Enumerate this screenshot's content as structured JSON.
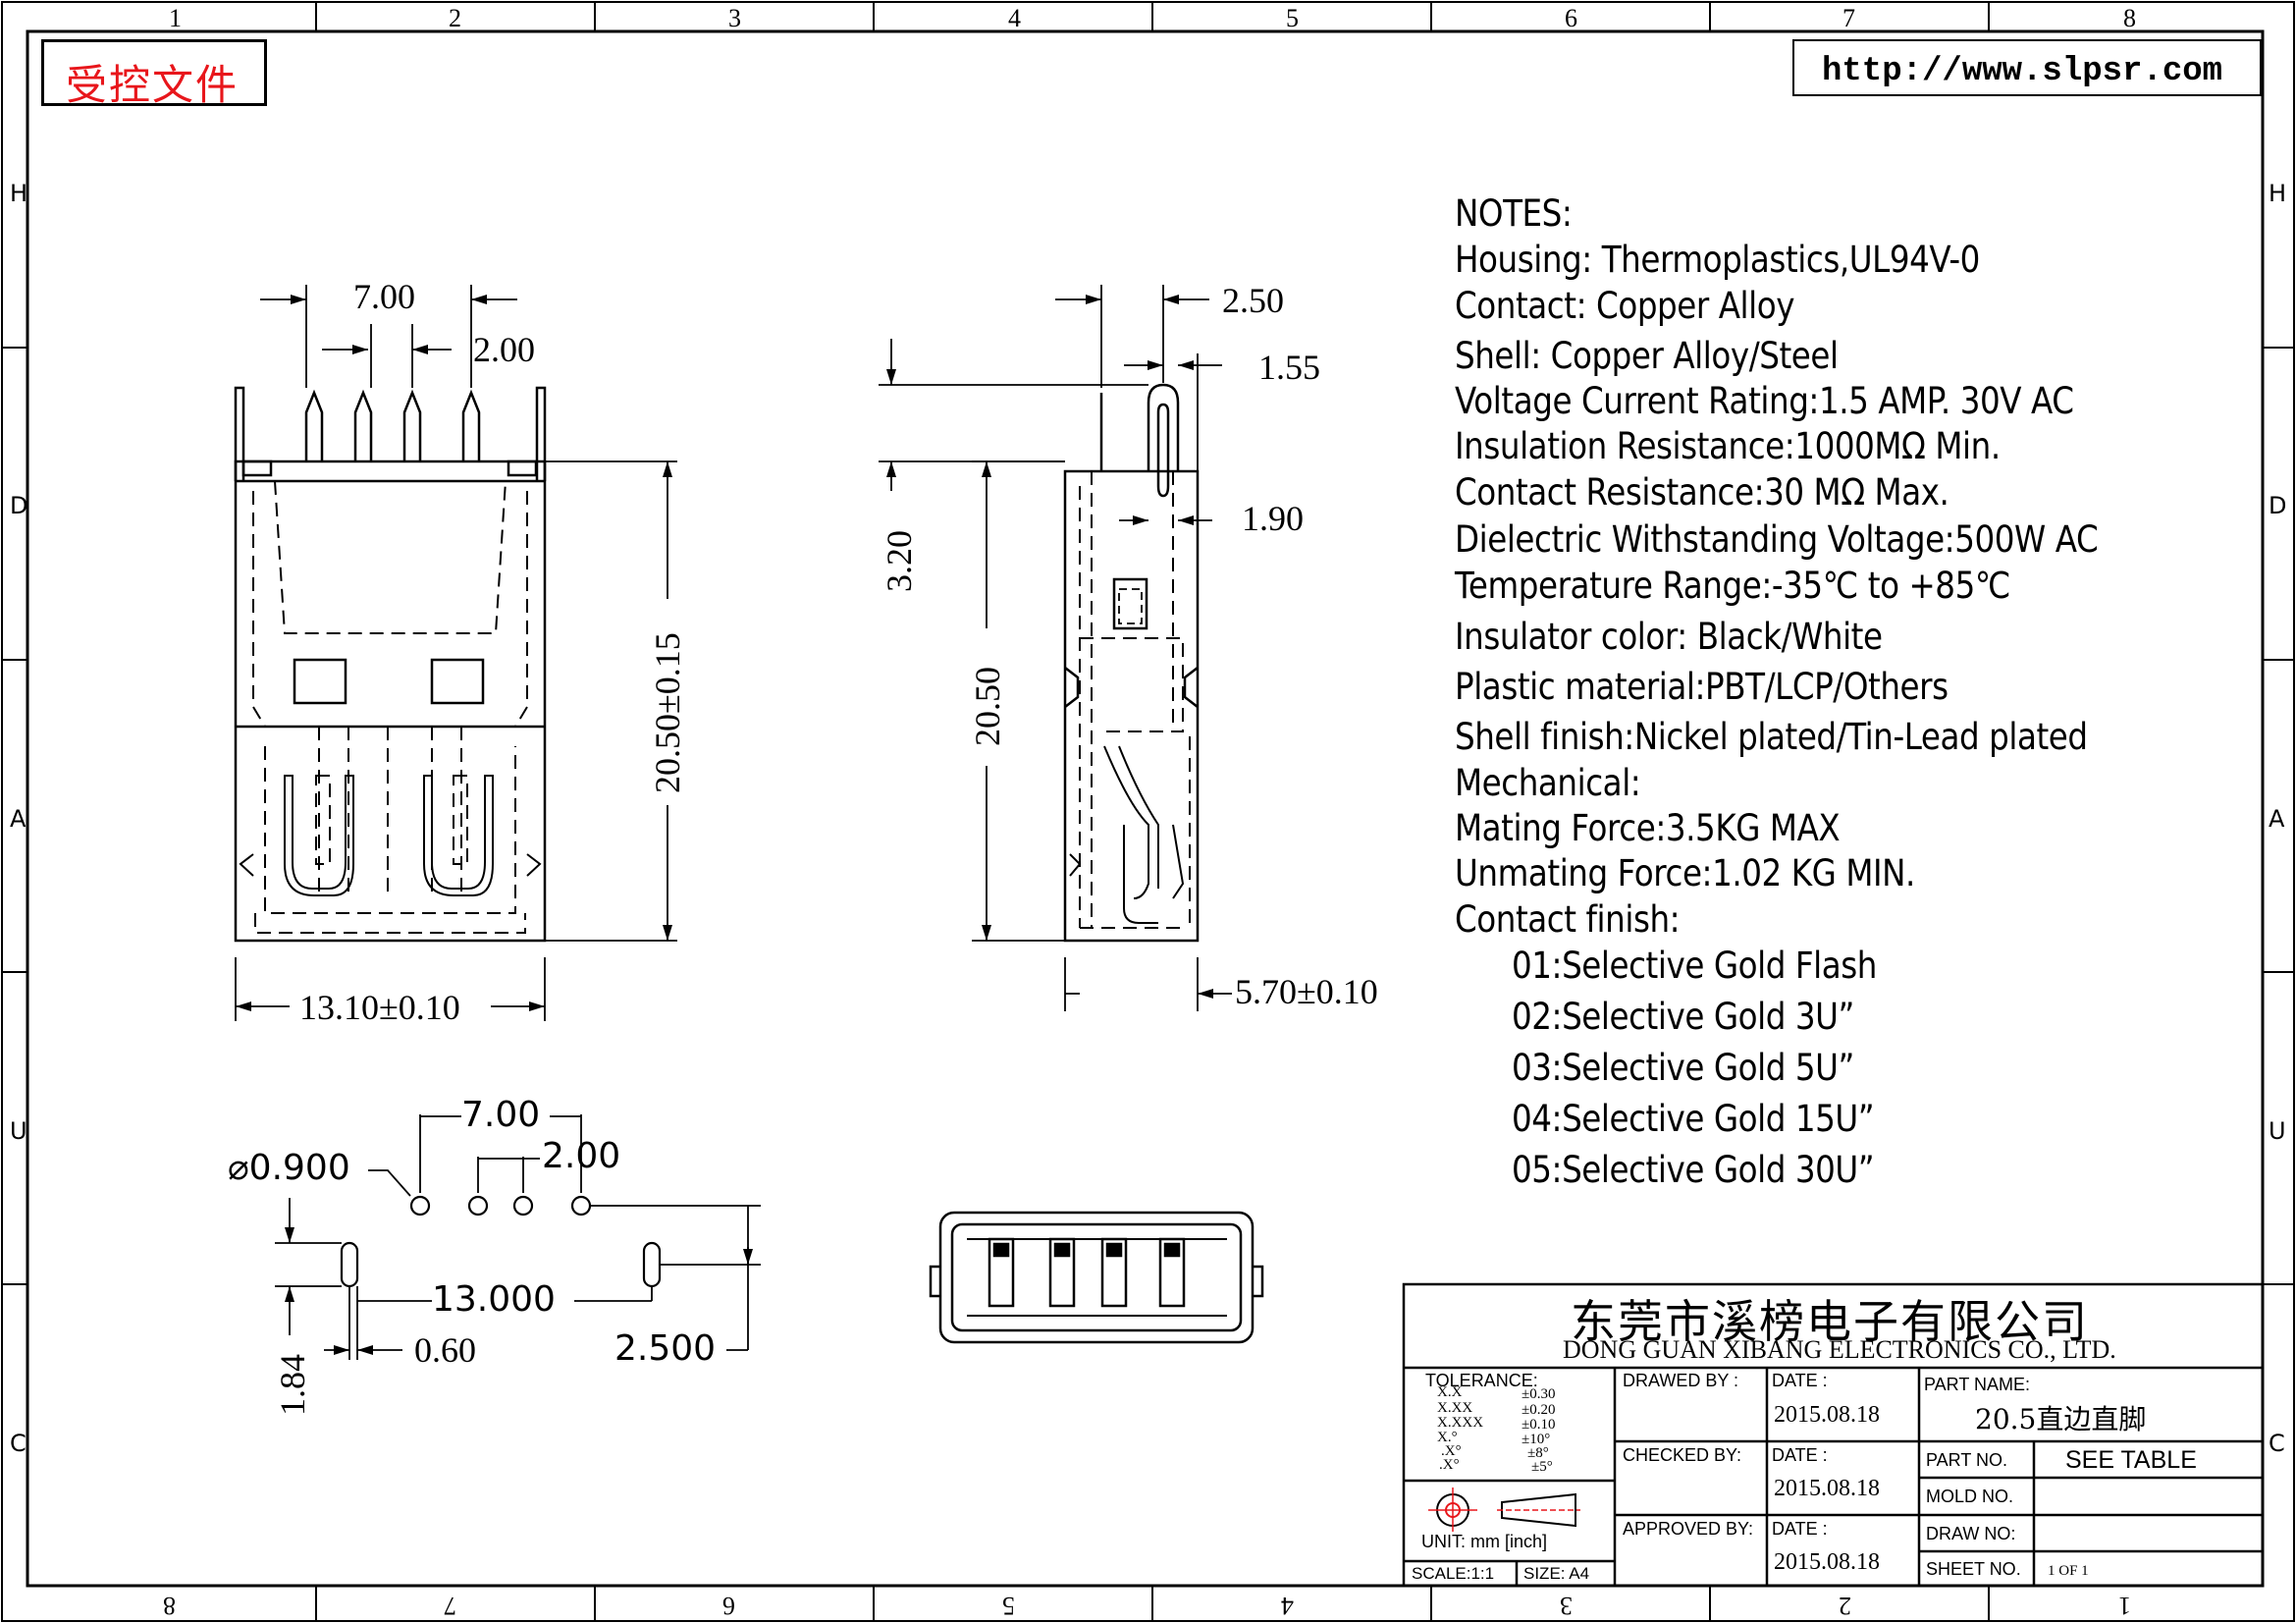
{
  "border": {
    "columns": [
      "1",
      "2",
      "3",
      "4",
      "5",
      "6",
      "7",
      "8"
    ],
    "columns_bottom": [
      "8",
      "7",
      "6",
      "5",
      "4",
      "3",
      "2",
      "1"
    ],
    "rows": [
      "H",
      "D",
      "A",
      "U",
      "C"
    ]
  },
  "stamp": {
    "text": "受控文件",
    "color": "#e8161b"
  },
  "website": "http://www.slpsr.com",
  "notes": {
    "title": "NOTES:",
    "lines": [
      "Housing:  Thermoplastics,UL94V-0",
      "Contact:  Copper  Alloy",
      "Shell:  Copper  Alloy/Steel",
      "Voltage  Current  Rating:1.5  AMP.  30V  AC",
      "Insulation  Resistance:1000MΩ  Min.",
      "Contact  Resistance:30  MΩ  Max.",
      "Dielectric  Withstanding  Voltage:500W  AC",
      "Temperature  Range:-35℃  to  +85℃",
      "Insulator  color:  Black/White",
      "Plastic  material:PBT/LCP/Others",
      "Shell  finish:Nickel  plated/Tin-Lead  plated",
      "Mechanical:",
      "Mating  Force:3.5KG  MAX",
      "Unmating  Force:1.02  KG  MIN.",
      "Contact  finish:"
    ],
    "finish_options": [
      "01:Selective  Gold  Flash",
      "02:Selective  Gold  3U”",
      "03:Selective  Gold  5U”",
      "04:Selective  Gold  15U”",
      "05:Selective  Gold  30U”"
    ]
  },
  "dimensions": {
    "front_pitch": "7.00",
    "front_pin_spacing": "2.00",
    "front_height": "20.50±0.15",
    "front_width": "13.10±0.10",
    "side_top_width": "2.50",
    "side_pin_thickness": "1.55",
    "side_pin_offset": "1.90",
    "side_pin_length": "3.20",
    "side_height": "20.50",
    "side_depth": "5.70±0.10",
    "pcb_pitch": "7.00",
    "pcb_spacing": "2.00",
    "pcb_hole_dia": "⌀0.900",
    "pcb_span": "13.000",
    "pcb_slot_width": "0.60",
    "pcb_slot_len": "1.84",
    "pcb_offset": "2.500"
  },
  "title_block": {
    "company_cn": "东莞市溪榜电子有限公司",
    "company_en": "DONG  GUAN  XIBANG  ELECTRONICS  CO.,  LTD.",
    "tolerance_label": "TOLERANCE:",
    "tolerance_keys": [
      "X.X",
      "X.XX",
      "X.XXX",
      "X.°",
      ".X°",
      ".X°"
    ],
    "tolerance_vals": [
      "±0.30",
      "±0.20",
      "±0.10",
      "±10°",
      "±8°",
      "±5°"
    ],
    "unit": "UNIT:  mm  [inch]",
    "scale": "SCALE:1:1",
    "size": "SIZE:  A4",
    "drawn_by": "DRAWED  BY :",
    "checked_by": "CHECKED  BY:",
    "approved_by": "APPROVED  BY:",
    "date_label": "DATE  :",
    "date_drawn": "2015.08.18",
    "date_checked": "2015.08.18",
    "date_approved": "2015.08.18",
    "part_name_label": "PART  NAME:",
    "part_name": "20.5直边直脚",
    "part_no_label": "PART  NO.",
    "part_no": "SEE  TABLE",
    "mold_no_label": "MOLD  NO.",
    "draw_no_label": "DRAW  NO:",
    "sheet_no_label": "SHEET  NO.",
    "sheet": "1  OF  1"
  }
}
